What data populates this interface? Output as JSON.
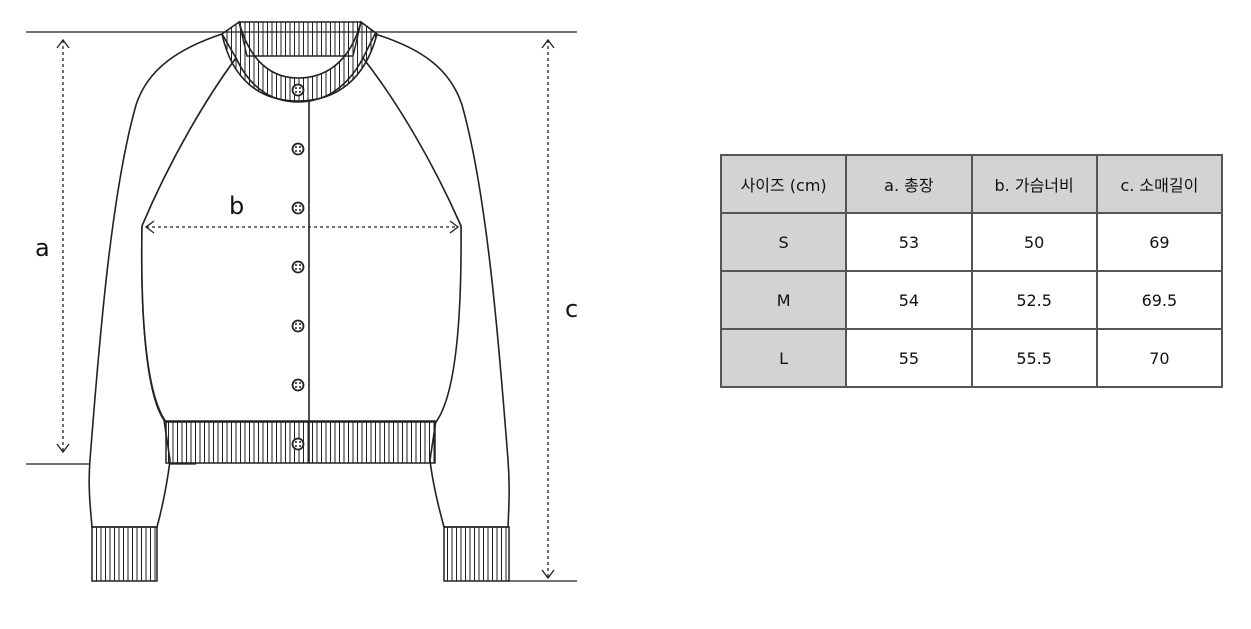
{
  "dimension_labels": {
    "a": "a",
    "b": "b",
    "c": "c"
  },
  "table": {
    "headers": [
      "사이즈 (cm)",
      "a. 총장",
      "b. 가슴너비",
      "c. 소매길이"
    ],
    "rows": [
      {
        "size": "S",
        "a": "53",
        "b": "50",
        "c": "69"
      },
      {
        "size": "M",
        "a": "54",
        "b": "52.5",
        "c": "69.5"
      },
      {
        "size": "L",
        "a": "55",
        "b": "55.5",
        "c": "70"
      }
    ]
  },
  "colors": {
    "header_bg": "#d3d3d3",
    "border": "#555555",
    "line": "#222222"
  }
}
